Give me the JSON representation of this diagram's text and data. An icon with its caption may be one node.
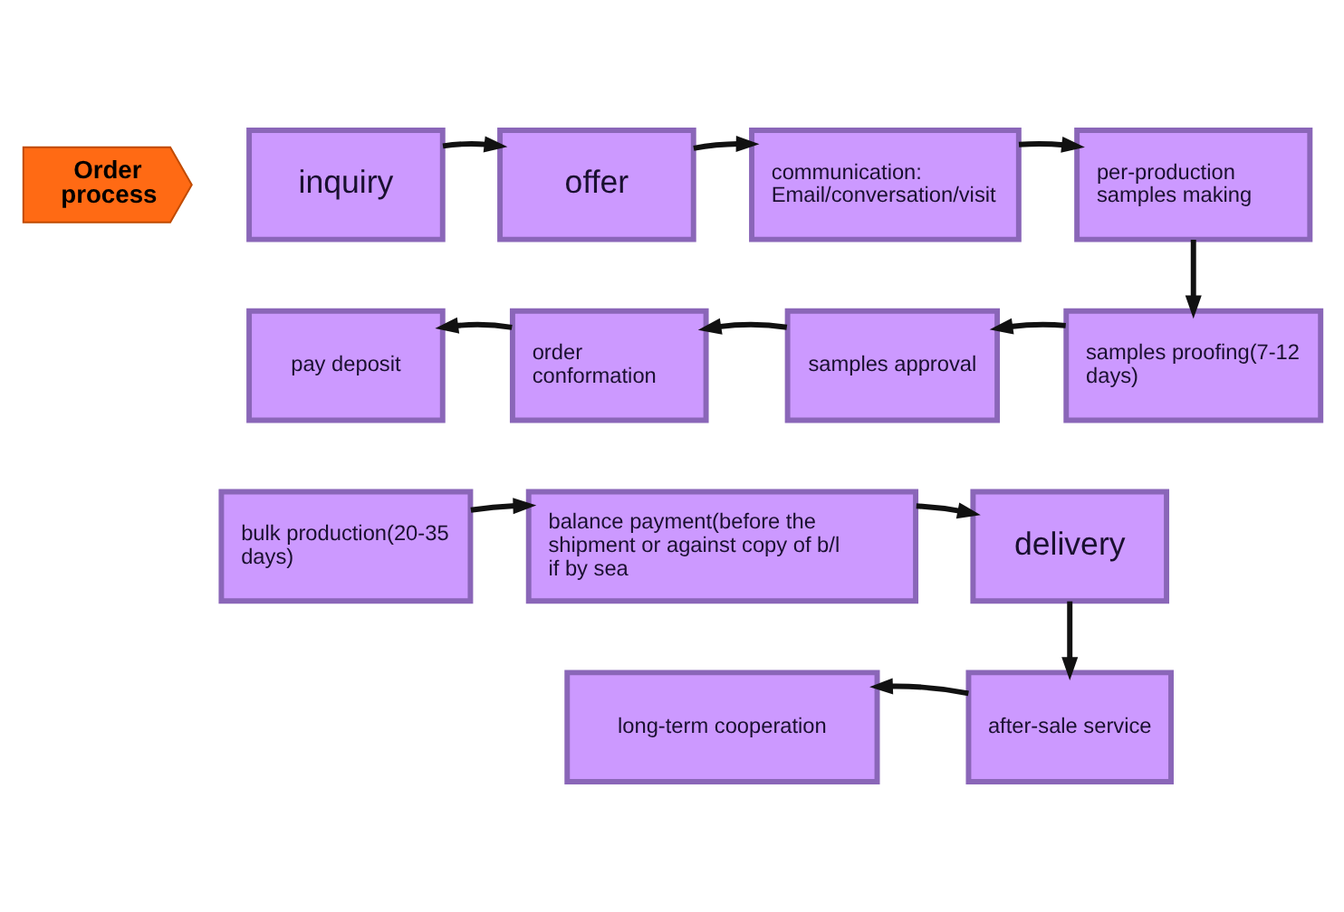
{
  "diagram": {
    "nodes": [
      {
        "text": [
          "Order process"
        ]
      },
      {
        "text": [
          "inquiry"
        ]
      },
      {
        "text": [
          "offer"
        ]
      },
      {
        "text": [
          "communication: Email/conversation/visit"
        ]
      },
      {
        "text": [
          "per-production samples making"
        ]
      },
      {
        "text": [
          "samples proofing(7-12 days)"
        ]
      },
      {
        "text": [
          "samples approval"
        ]
      },
      {
        "text": [
          "order conformation"
        ]
      },
      {
        "text": [
          "pay deposit"
        ]
      },
      {
        "text": [
          "bulk production(20-35 days)"
        ]
      },
      {
        "text": [
          "balance payment(before the shipment or against copy of b/l if by sea"
        ]
      },
      {
        "text": [
          "delivery"
        ]
      },
      {
        "text": [
          "after-sale service"
        ]
      },
      {
        "text": [
          "long-term cooperation"
        ]
      }
    ],
    "edges": [
      {
        "from": 1,
        "to": 2,
        "arrow": "to"
      },
      {
        "from": 2,
        "to": 3,
        "arrow": "to"
      },
      {
        "from": 3,
        "to": 4,
        "arrow": "to"
      },
      {
        "from": 4,
        "to": 5,
        "arrow": "to"
      },
      {
        "from": 5,
        "to": 6,
        "arrow": "to"
      },
      {
        "from": 6,
        "to": 7,
        "arrow": "to"
      },
      {
        "from": 7,
        "to": 8,
        "arrow": "to"
      },
      {
        "from": 9,
        "to": 10,
        "arrow": "to"
      },
      {
        "from": 10,
        "to": 11,
        "arrow": "to"
      },
      {
        "from": 11,
        "to": 12,
        "arrow": "to"
      },
      {
        "from": 12,
        "to": 13,
        "arrow": "to"
      }
    ]
  }
}
